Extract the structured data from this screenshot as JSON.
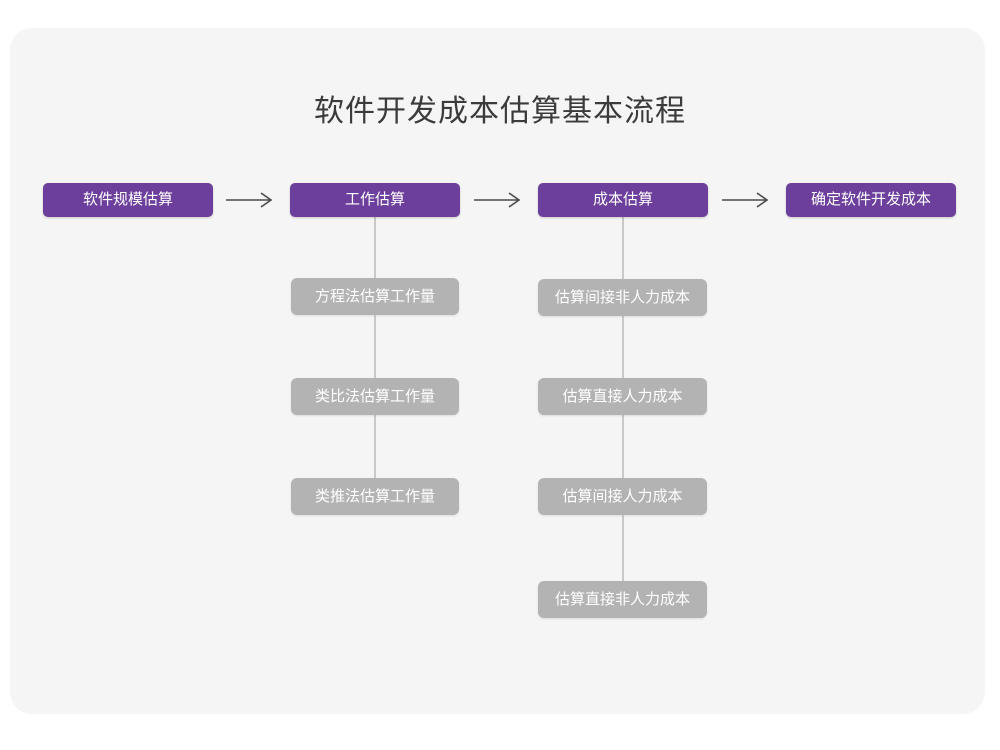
{
  "diagram": {
    "title": "软件开发成本估算基本流程",
    "type": "flowchart",
    "colors": {
      "page_background": "#ffffff",
      "card_background": "#f5f5f6",
      "primary_node": "#6d3f9c",
      "sub_node": "#b3b3b4",
      "connector": "#c9c9ca",
      "arrow": "#4a4a4a",
      "title_text": "#3b3b3b",
      "node_text": "#ffffff"
    },
    "stages": [
      {
        "id": "stage-1",
        "label": "软件规模估算",
        "substeps": []
      },
      {
        "id": "stage-2",
        "label": "工作估算",
        "substeps": [
          "方程法估算工作量",
          "类比法估算工作量",
          "类推法估算工作量"
        ]
      },
      {
        "id": "stage-3",
        "label": "成本估算",
        "substeps": [
          "估算间接非人力成本",
          "估算直接人力成本",
          "估算间接人力成本",
          "估算直接非人力成本"
        ]
      },
      {
        "id": "stage-4",
        "label": "确定软件开发成本",
        "substeps": []
      }
    ],
    "arrows": [
      {
        "id": "arrow-1",
        "glyph": "right-arrow",
        "from": "stage-1",
        "to": "stage-2"
      },
      {
        "id": "arrow-2",
        "glyph": "right-arrow",
        "from": "stage-2",
        "to": "stage-3"
      },
      {
        "id": "arrow-3",
        "glyph": "right-arrow",
        "from": "stage-3",
        "to": "stage-4"
      }
    ]
  }
}
